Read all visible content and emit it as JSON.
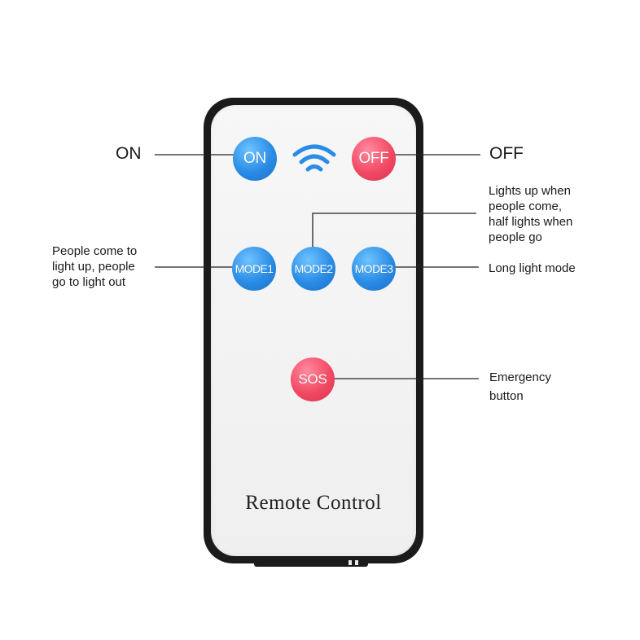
{
  "remote": {
    "title": "Remote Control",
    "buttons": {
      "on": "ON",
      "off": "OFF",
      "mode1": "MODE1",
      "mode2": "MODE2",
      "mode3": "MODE3",
      "sos": "SOS"
    },
    "icons": {
      "signal": "wifi-icon"
    }
  },
  "annotations": {
    "on": "ON",
    "off": "OFF",
    "mode1": [
      "People come to",
      "light up, people",
      "go to light out"
    ],
    "mode2": [
      "Lights up when",
      "people come,",
      "half lights when",
      "people go"
    ],
    "mode3": "Long light mode",
    "sos": [
      "Emergency",
      "button"
    ]
  },
  "colors": {
    "blue_button": "#2a8ce6",
    "red_button": "#f24a64",
    "casing": "#1b1b1b",
    "face": "#f4f4f4"
  }
}
